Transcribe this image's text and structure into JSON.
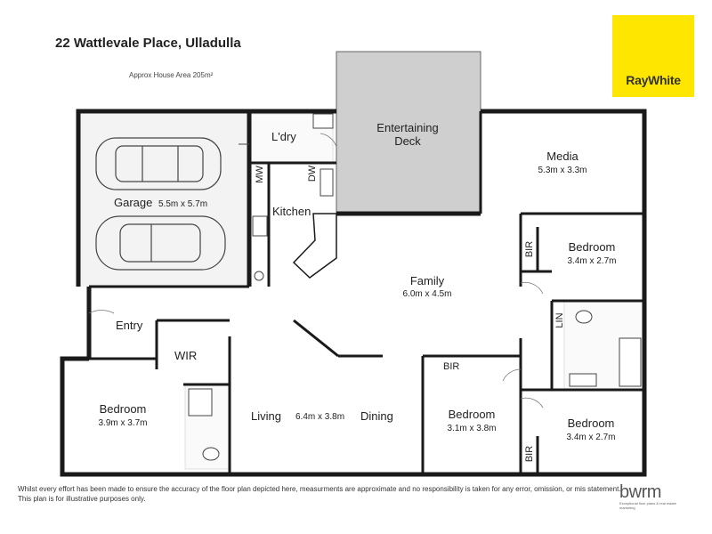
{
  "header": {
    "address": "22 Wattlevale Place, Ulladulla",
    "area": "Approx House Area 205m²"
  },
  "brand": {
    "name": "RayWhite",
    "color": "#ffe600"
  },
  "rooms": {
    "laundry": "L'dry",
    "entertaining_line1": "Entertaining",
    "entertaining_line2": "Deck",
    "media": "Media",
    "media_dim": "5.3m x 3.3m",
    "garage": "Garage",
    "garage_dim": "5.5m x 5.7m",
    "kitchen": "Kitchen",
    "mw": "MW",
    "dw": "DW",
    "bedroom_ne": "Bedroom",
    "bedroom_ne_dim": "3.4m x 2.7m",
    "family": "Family",
    "family_dim": "6.0m x 4.5m",
    "bir": "BIR",
    "lin": "LIN",
    "entry": "Entry",
    "wir": "WIR",
    "bedroom_w": "Bedroom",
    "bedroom_w_dim": "3.9m x 3.7m",
    "living": "Living",
    "living_dim": "6.4m x 3.8m",
    "dining": "Dining",
    "bedroom_c": "Bedroom",
    "bedroom_c_dim": "3.1m x 3.8m",
    "bedroom_se": "Bedroom",
    "bedroom_se_dim": "3.4m x 2.7m"
  },
  "footer": {
    "disclaimer_line1": "Whilst every effort has been made to ensure the accuracy of the floor plan depicted here, measurments are approximate and no responsibility is taken for any error, omission, or mis statement.",
    "disclaimer_line2": "This plan is for illustrative purposes only.",
    "studio": "bwrm",
    "studio_tagline": "Exceptional floor plans & real estate marketing"
  }
}
